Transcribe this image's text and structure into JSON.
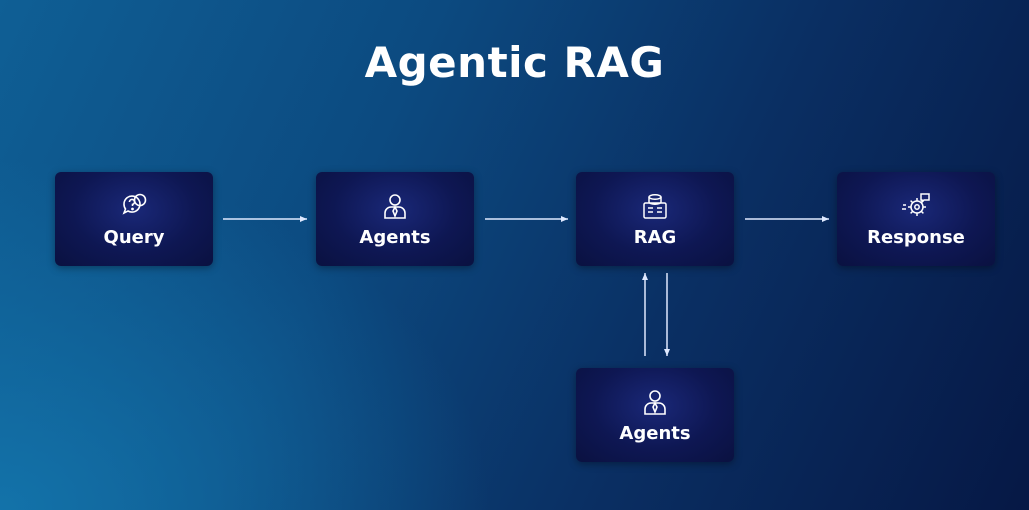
{
  "title": "Agentic RAG",
  "nodes": {
    "query": {
      "label": "Query",
      "icon": "question-bubble-icon"
    },
    "agents": {
      "label": "Agents",
      "icon": "agent-person-icon"
    },
    "rag": {
      "label": "RAG",
      "icon": "database-folder-icon"
    },
    "response": {
      "label": "Response",
      "icon": "gear-chat-icon"
    },
    "agents_bottom": {
      "label": "Agents",
      "icon": "agent-person-icon"
    }
  },
  "colors": {
    "node_fill": "#0e1753",
    "arrow": "#dfe9ff",
    "text": "#ffffff"
  }
}
